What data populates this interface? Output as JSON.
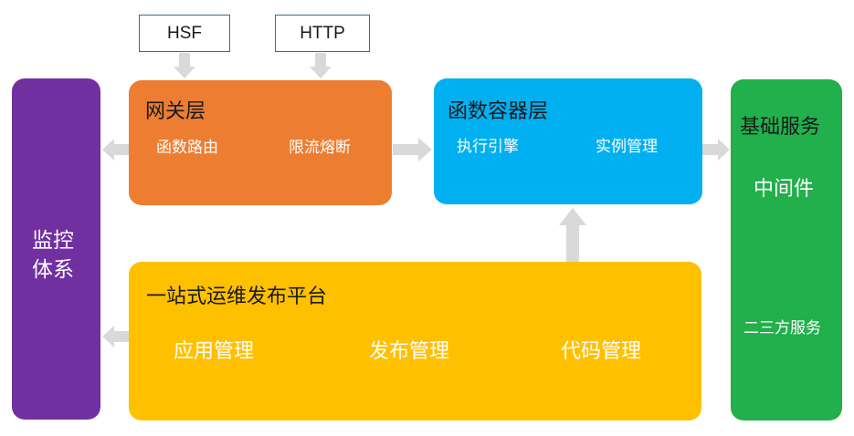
{
  "inputs": [
    "HSF",
    "HTTP"
  ],
  "monitor": {
    "title_line1": "监控",
    "title_line2": "体系"
  },
  "gateway": {
    "title": "网关层",
    "items": [
      "函数路由",
      "限流熔断"
    ]
  },
  "container": {
    "title": "函数容器层",
    "items": [
      "执行引擎",
      "实例管理"
    ]
  },
  "platform": {
    "title": "一站式运维发布平台",
    "items": [
      "应用管理",
      "发布管理",
      "代码管理"
    ]
  },
  "base": {
    "title": "基础服务",
    "items": [
      "中间件",
      "二三方服务"
    ]
  },
  "colors": {
    "monitor": "#7030a0",
    "gateway": "#ed7d31",
    "container": "#00b0f0",
    "platform": "#ffc000",
    "base": "#21b04b",
    "arrow": "#d9d9d9"
  }
}
